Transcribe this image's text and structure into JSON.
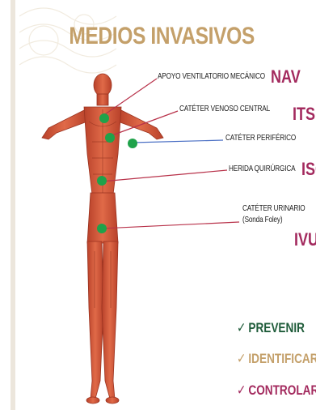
{
  "title": "MEDIOS INVASIVOS",
  "devices": [
    {
      "label": "APOYO VENTILATORIO MECÁNICO",
      "code": "NAV"
    },
    {
      "label": "CATÉTER VENOSO CENTRAL",
      "code": "ITS"
    },
    {
      "label": "CATÉTER PERIFÉRICO",
      "code": ""
    },
    {
      "label": "HERIDA QUIRÚRGICA",
      "code": "ISC"
    },
    {
      "label_line1": "CATÉTER URINARIO",
      "label_line2": "(Sonda Foley)",
      "code": "IVU"
    }
  ],
  "actions": [
    {
      "label": "PREVENIR",
      "check": "✓",
      "color": "#1f5c3a"
    },
    {
      "label": "IDENTIFICAR",
      "check": "✓",
      "color": "#c4a06a"
    },
    {
      "label": "CONTROLAR",
      "check": "✓",
      "color": "#a32a5e"
    }
  ],
  "colors": {
    "title": "#c4a06a",
    "code": "#a32a5e",
    "marker": "#1fa24a",
    "pointer": "#b8324a",
    "peripheral_pointer": "#4a6fc4",
    "muscle": "#d55a3c"
  }
}
